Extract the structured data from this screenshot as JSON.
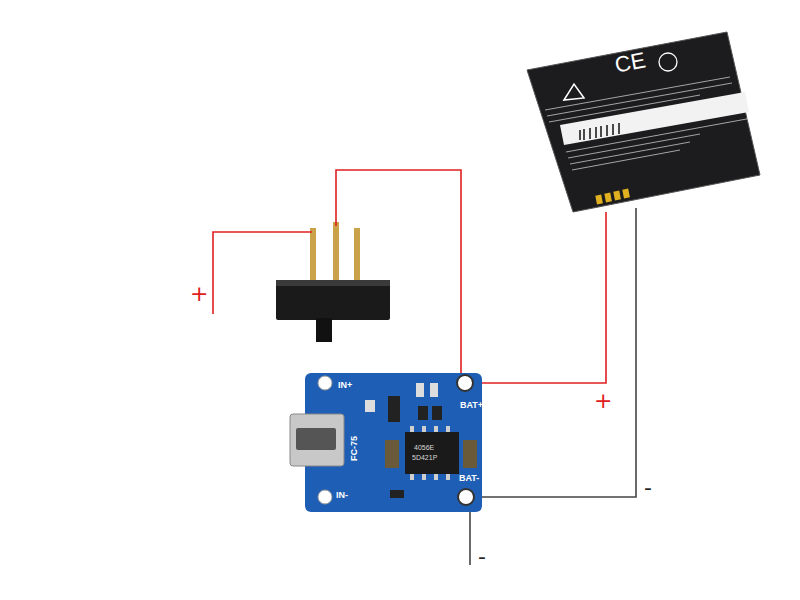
{
  "diagram": {
    "labels": [
      "+",
      "IN+",
      "BAT+",
      "FC-75",
      "4056E",
      "5D421P",
      "IN-",
      "BAT-",
      "+",
      "-",
      "-",
      "CE"
    ]
  }
}
